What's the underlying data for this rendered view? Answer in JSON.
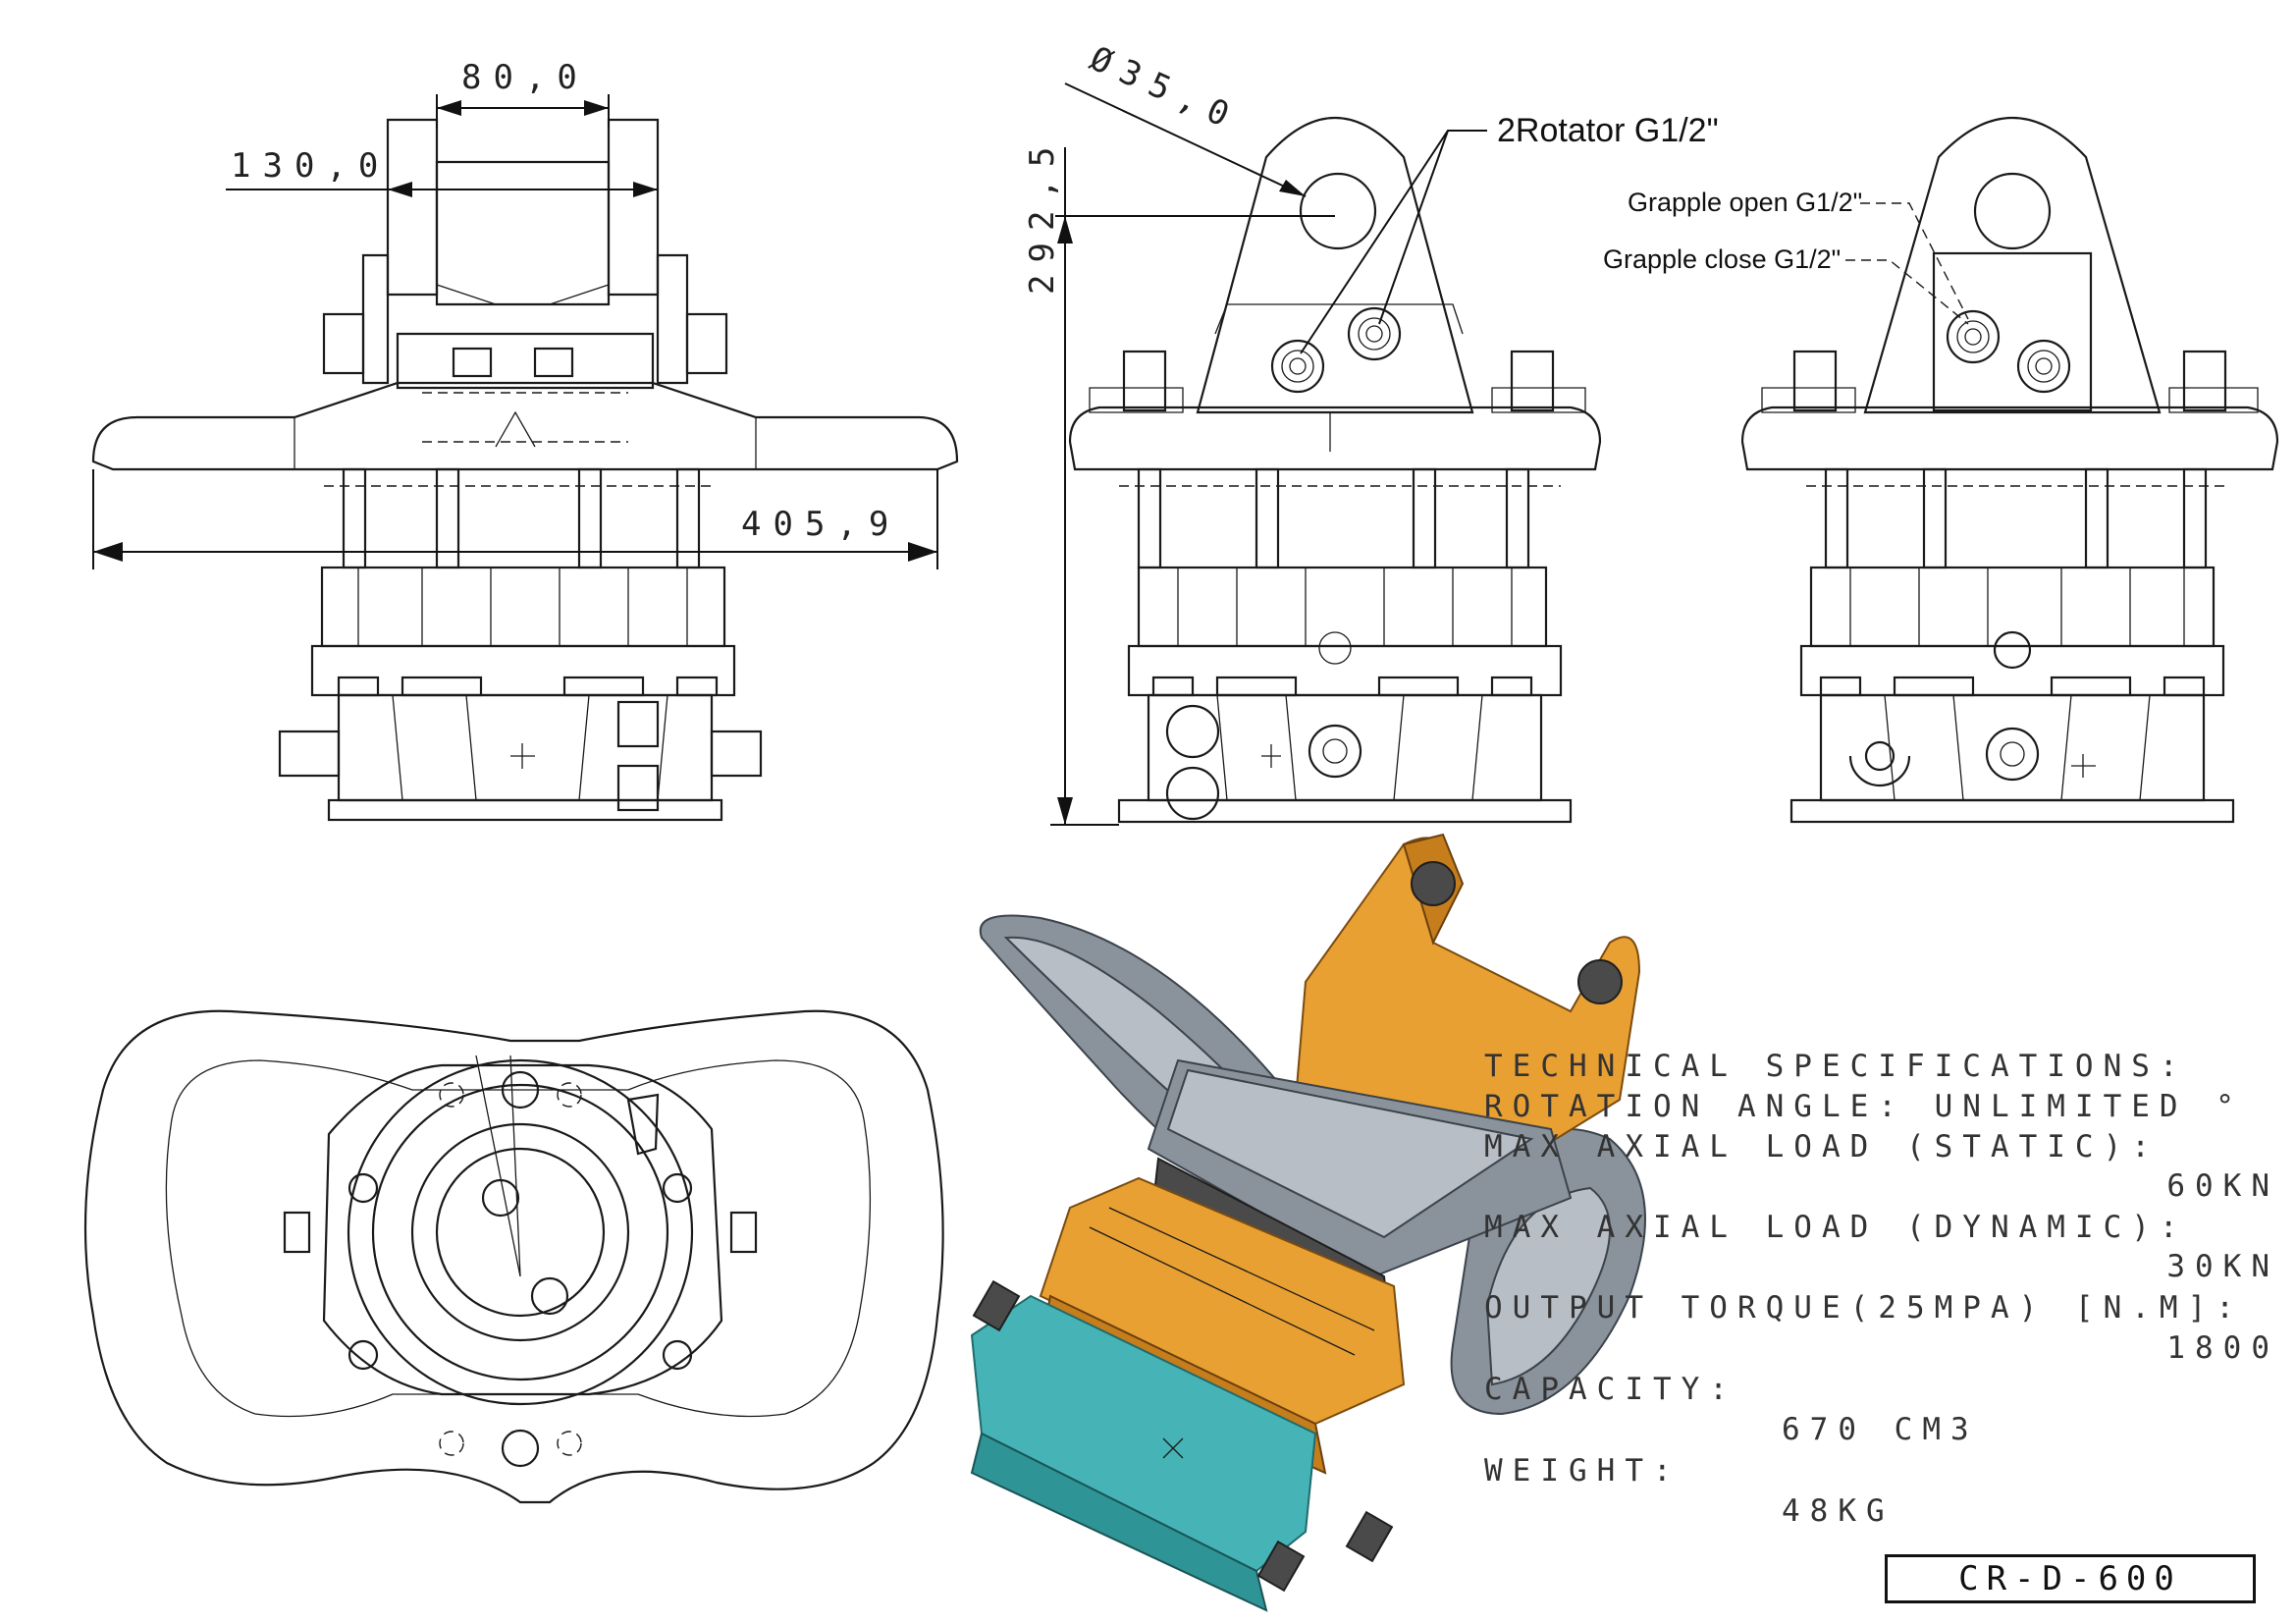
{
  "dimensions": {
    "width_top": "80,0",
    "width_lug": "130,0",
    "width_base": "405,9",
    "height_total": "292,5",
    "hole_diameter": "Ø35,0"
  },
  "callouts": {
    "rotator_ports": "2Rotator G1/2\"",
    "grapple_open": "Grapple open G1/2\"",
    "grapple_close": "Grapple close G1/2\""
  },
  "specifications": {
    "heading": "TECHNICAL SPECIFICATIONS:",
    "rotation_angle": "ROTATION ANGLE: UNLIMITED °",
    "axial_static_label": "MAX AXIAL LOAD (STATIC):",
    "axial_static_value": "60KN",
    "axial_dynamic_label": "MAX AXIAL LOAD (DYNAMIC):",
    "axial_dynamic_value": "30KN",
    "torque_label": "OUTPUT TORQUE(25MPA) [N.M]:",
    "torque_value": "1800",
    "capacity_label": "CAPACITY:",
    "capacity_value": "670 CM3",
    "weight_label": "WEIGHT:",
    "weight_value": "48KG"
  },
  "title_block": {
    "model": "CR-D-600"
  },
  "colors": {
    "body_orange": "#e9a032",
    "motor_teal": "#46b4b6",
    "link_grey": "#8a929b",
    "line": "#1a1a1a"
  }
}
